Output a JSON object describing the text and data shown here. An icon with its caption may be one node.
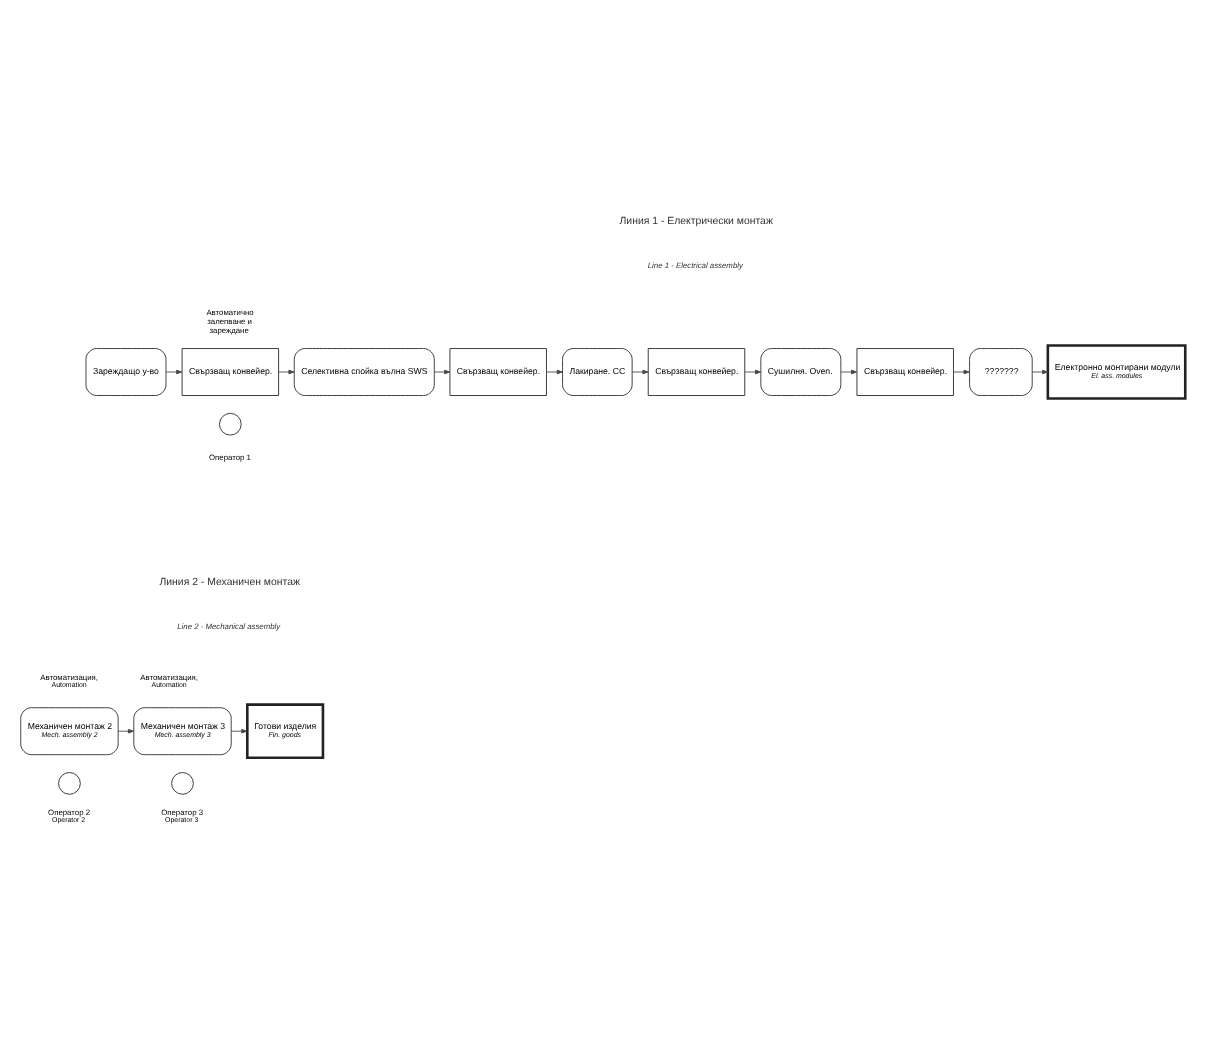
{
  "diagram": {
    "nodes": [
      {
        "text": [
          "Зареждащо у-во"
        ]
      },
      {
        "text": [
          "Свързващ конвейер."
        ],
        "beside": [
          "Автоматично залепване и зареждане"
        ]
      },
      {
        "text": [],
        "shape": "circle",
        "beside": [
          "Оператор 1"
        ]
      },
      {
        "text": [
          "Селективна спойка вълна SWS"
        ]
      },
      {
        "text": [
          "Свързващ конвейер."
        ]
      },
      {
        "text": [
          "Лакиране. CC"
        ]
      },
      {
        "text": [
          "Свързващ конвейер."
        ]
      },
      {
        "text": [
          "Сушилня. Oven."
        ]
      },
      {
        "text": [
          "Свързващ конвейер."
        ]
      },
      {
        "text": [
          "???????"
        ]
      },
      {
        "text": [
          "Електронно монтирани модули",
          "El. ass. modules"
        ]
      },
      {
        "text": [
          "Механичен монтаж 2",
          "Mech. assembly 2"
        ],
        "beside": [
          "Автоматизация,",
          "Automation"
        ]
      },
      {
        "text": [],
        "shape": "circle",
        "beside": [
          "Оператор 2",
          "Operator 2"
        ]
      },
      {
        "text": [
          "Механичен монтаж 3",
          "Mech. assembly 3"
        ],
        "beside": [
          "Автоматизация,",
          "Automation"
        ]
      },
      {
        "text": [],
        "shape": "circle",
        "beside": [
          "Оператор 3",
          "Operator 3"
        ]
      },
      {
        "text": [
          "Готови изделия",
          "Fin. goods"
        ]
      }
    ],
    "edges": [
      {
        "from": 0,
        "to": 1,
        "arrow": "to"
      },
      {
        "from": 1,
        "to": 3,
        "arrow": "to"
      },
      {
        "from": 3,
        "to": 4,
        "arrow": "to"
      },
      {
        "from": 4,
        "to": 5,
        "arrow": "to"
      },
      {
        "from": 5,
        "to": 6,
        "arrow": "to"
      },
      {
        "from": 6,
        "to": 7,
        "arrow": "to"
      },
      {
        "from": 7,
        "to": 8,
        "arrow": "to"
      },
      {
        "from": 8,
        "to": 9,
        "arrow": "to"
      },
      {
        "from": 9,
        "to": 10,
        "arrow": "to"
      },
      {
        "from": 11,
        "to": 13,
        "arrow": "to"
      },
      {
        "from": 13,
        "to": 15,
        "arrow": "to"
      }
    ],
    "labels": [
      "Линия 1 - Електрически монтаж",
      "Line 1 - Electrical assembly",
      "Линия 2 - Механичен монтаж",
      "Line 2 - Mechanical assembly"
    ]
  }
}
